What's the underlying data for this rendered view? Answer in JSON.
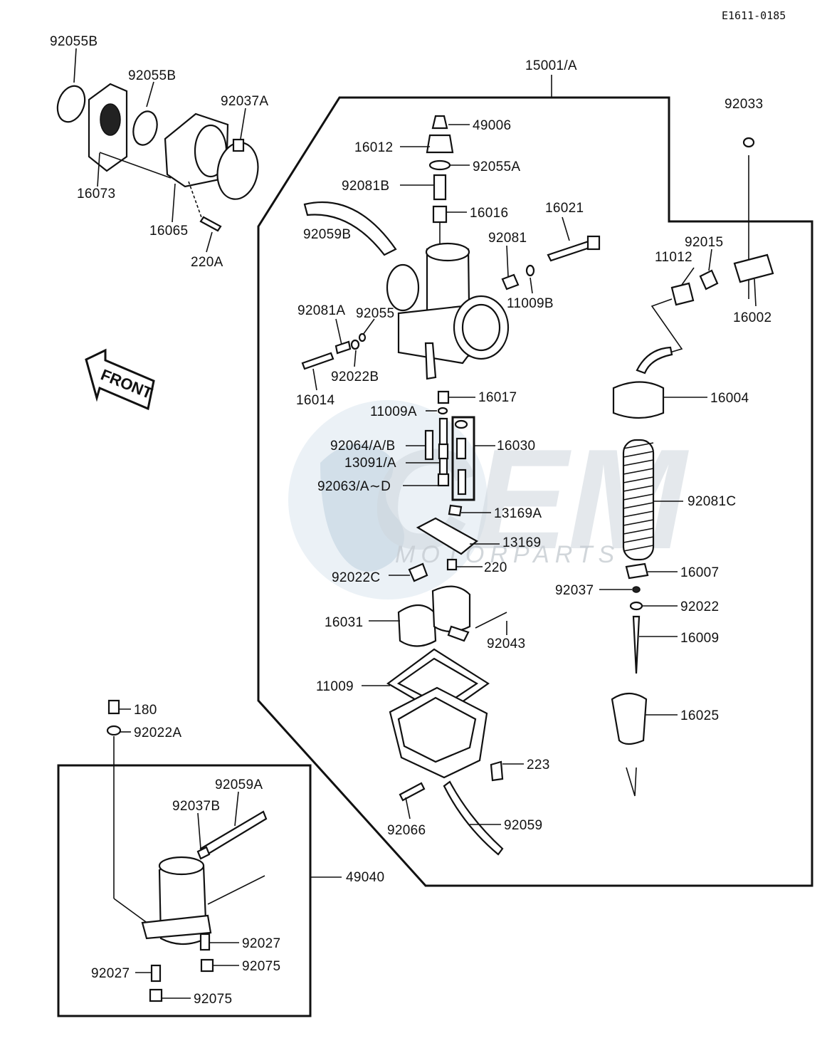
{
  "ref_code": "E1611-0185",
  "front_label": "FRONT",
  "watermark": {
    "big": "CEM",
    "small": "MOTORPARTS"
  },
  "labels": {
    "p92055B_1": "92055B",
    "p92055B_2": "92055B",
    "p92037A": "92037A",
    "p16073": "16073",
    "p16065": "16065",
    "p220A": "220A",
    "p15001A": "15001/A",
    "p49006": "49006",
    "p16012": "16012",
    "p92055A": "92055A",
    "p92081B": "92081B",
    "p16016": "16016",
    "p92059B": "92059B",
    "p16021": "16021",
    "p92081": "92081",
    "p11009B": "11009B",
    "p92081A": "92081A",
    "p92055": "92055",
    "p92022B": "92022B",
    "p16014": "16014",
    "p92033": "92033",
    "p92015": "92015",
    "p11012": "11012",
    "p16002": "16002",
    "p16004": "16004",
    "p16017": "16017",
    "p11009A": "11009A",
    "p16030": "16030",
    "p92064AB": "92064/A/B",
    "p13091A": "13091/A",
    "p92063AD": "92063/A∼D",
    "p13169A": "13169A",
    "p13169": "13169",
    "p220": "220",
    "p92022C": "92022C",
    "p92081C": "92081C",
    "p16007": "16007",
    "p92037": "92037",
    "p92022": "92022",
    "p16009": "16009",
    "p16031": "16031",
    "p92043": "92043",
    "p11009": "11009",
    "p16025": "16025",
    "p223": "223",
    "p92066": "92066",
    "p92059": "92059",
    "p180": "180",
    "p92022A": "92022A",
    "p92059A": "92059A",
    "p92037B": "92037B",
    "p49040": "49040",
    "p92027_1": "92027",
    "p92075_1": "92075",
    "p92027_2": "92027",
    "p92075_2": "92075"
  }
}
